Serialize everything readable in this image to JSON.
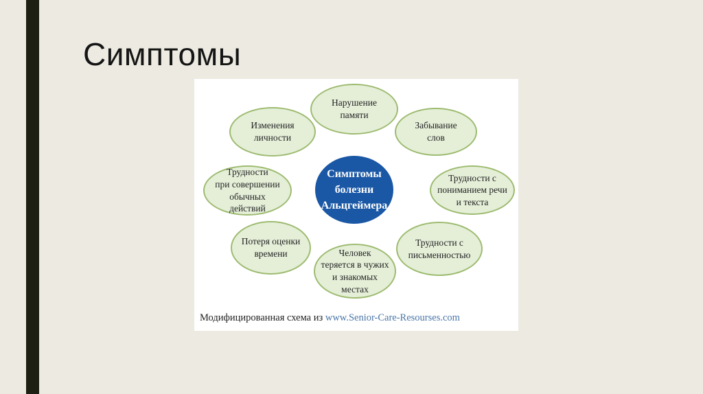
{
  "slide": {
    "title": "Симптомы",
    "background_color": "#ECEAE1",
    "accent_bar_color": "#1D1F12"
  },
  "diagram": {
    "center": {
      "text": "Симптомы\nболезни\nАльцгеймера",
      "fill_color": "#1A57A5",
      "text_color": "#FFFFFF"
    },
    "node_fill_color": "#E5EFD8",
    "node_border_color": "#9DBB70",
    "nodes": [
      {
        "id": "memory-impairment",
        "text": "Нарушение\nпамяти"
      },
      {
        "id": "personality-changes",
        "text": "Изменения\nличности"
      },
      {
        "id": "forgetting-words",
        "text": "Забывание\nслов"
      },
      {
        "id": "difficulty-usual-actions",
        "text": "Трудности\nпри совершении\nобычных\nдействий"
      },
      {
        "id": "difficulty-understanding-speech-text",
        "text": "Трудности с\nпониманием речи\nи текста"
      },
      {
        "id": "losing-track-of-time",
        "text": "Потеря оценки\nвремени"
      },
      {
        "id": "getting-lost-in-places",
        "text": "Человек\nтеряется в чужих\nи знакомых\nместах"
      },
      {
        "id": "difficulty-writing",
        "text": "Трудности с\nписьменностью"
      }
    ],
    "caption": {
      "prefix": "Модифицированная схема из ",
      "link": "www.Senior-Care-Resourses.com",
      "link_color": "#4A76A8"
    }
  }
}
